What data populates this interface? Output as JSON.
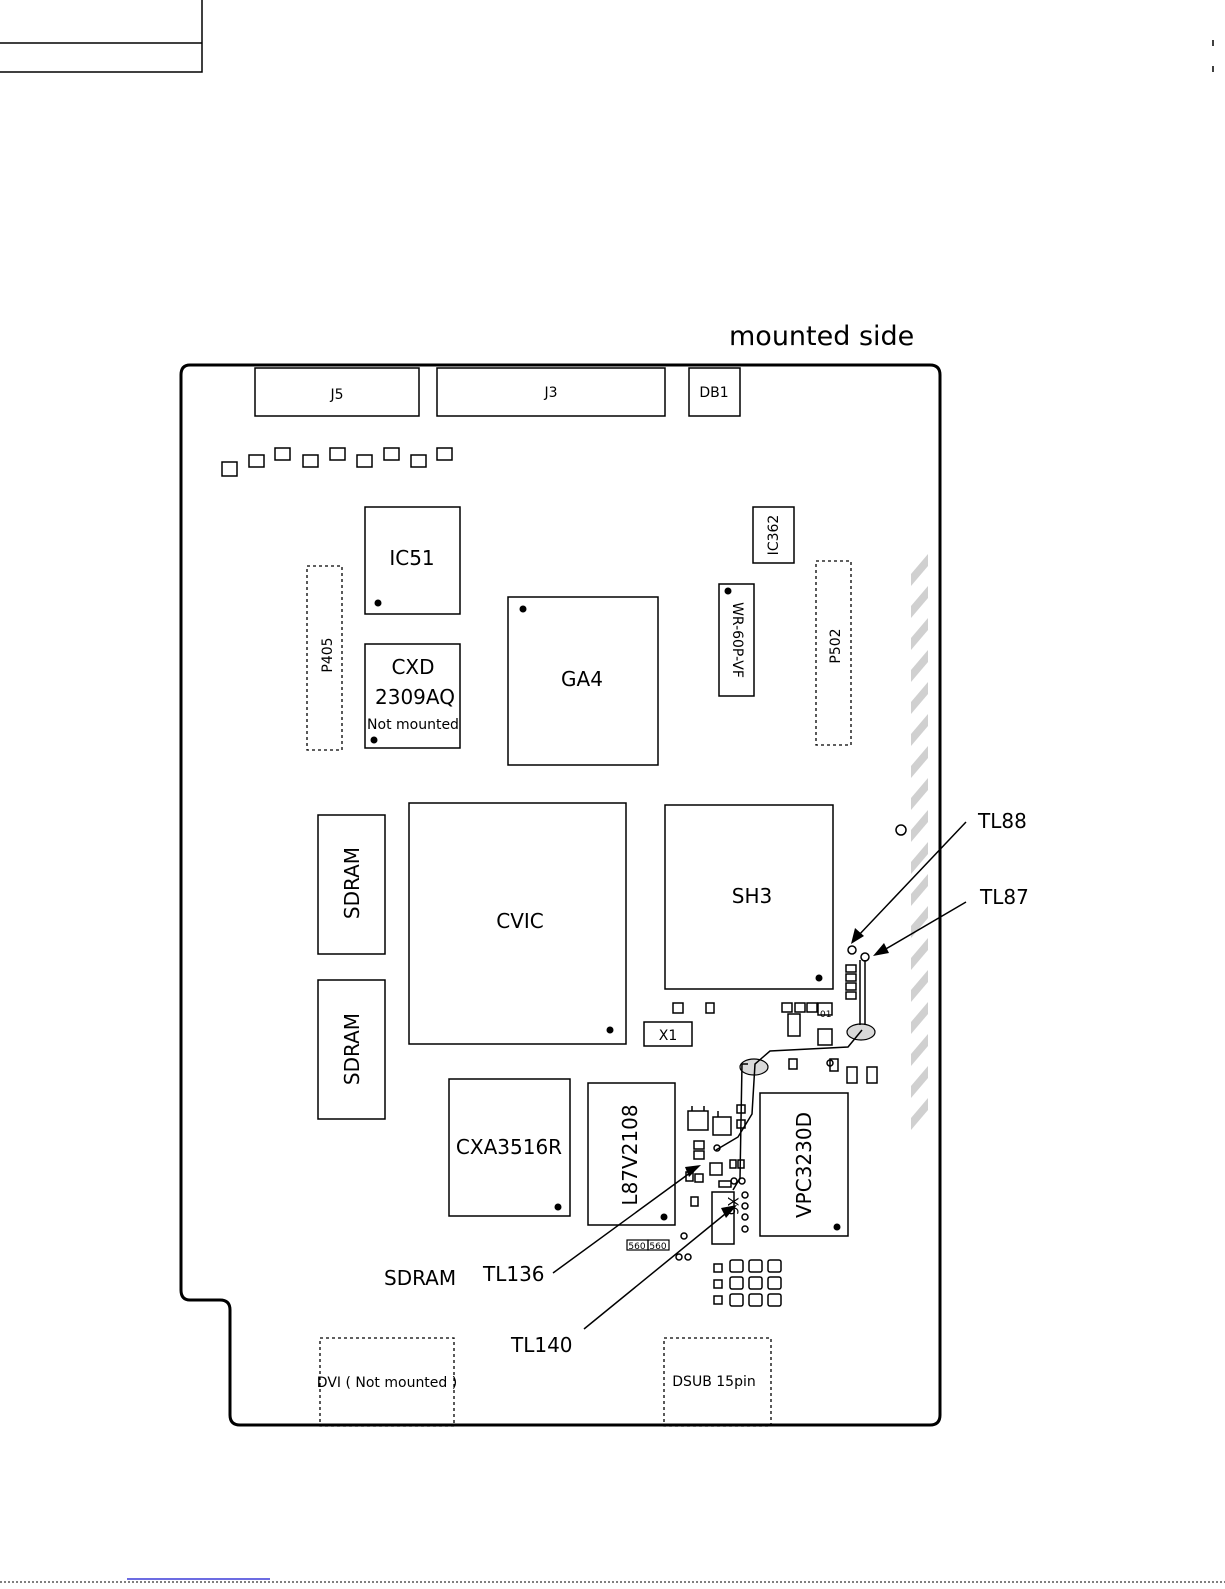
{
  "title": "mounted side",
  "connectors": {
    "j5": "J5",
    "j3": "J3",
    "db1": "DB1"
  },
  "chips": {
    "ic51": "IC51",
    "ic362": "IC362",
    "cxd_line1": "CXD",
    "cxd_line2": "2309AQ",
    "cxd_note": "Not mounted",
    "ga4": "GA4",
    "wr": "WR-60P-VF",
    "p405": "P405",
    "p502": "P502",
    "sdram_1": "SDRAM",
    "sdram_2": "SDRAM",
    "cvic": "CVIC",
    "sh3": "SH3",
    "x1": "X1",
    "cxa": "CXA3516R",
    "l87": "L87V2108",
    "vpc": "VPC3230D",
    "x6": "X6",
    "q01": "01",
    "r560_a": "560",
    "r560_b": "560"
  },
  "labels": {
    "sdram_bottom": "SDRAM",
    "dvi": "DVI ( Not mounted )",
    "dsub": "DSUB 15pin"
  },
  "test_points": {
    "tl88": "TL88",
    "tl87": "TL87",
    "tl136": "TL136",
    "tl140": "TL140"
  },
  "colors": {
    "ink": "#000000",
    "hatch": "#d0d0d0",
    "footer_line": "#3b3bd9",
    "page": "#ffffff"
  }
}
